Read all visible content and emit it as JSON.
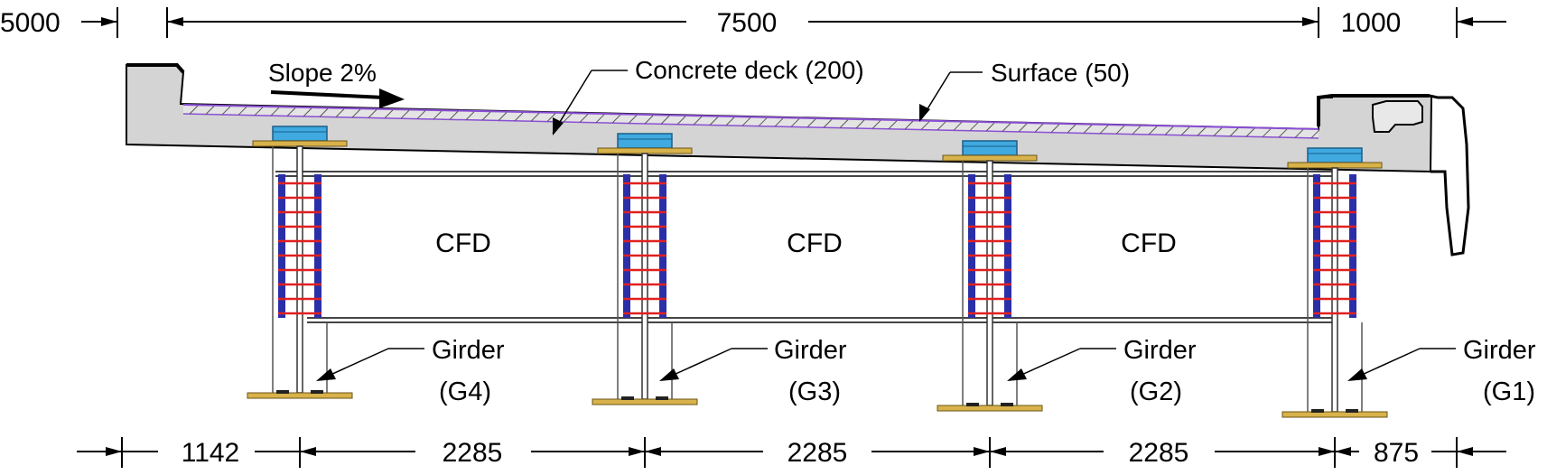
{
  "top_dimensions": {
    "left": "5000",
    "middle": "7500",
    "right": "1000"
  },
  "bottom_dimensions": {
    "d1": "1142",
    "d2": "2285",
    "d3": "2285",
    "d4": "2285",
    "d5": "875"
  },
  "slope_label": "Slope 2%",
  "deck_label": "Concrete deck (200)",
  "surface_label": "Surface (50)",
  "bays": [
    "CFD",
    "CFD",
    "CFD"
  ],
  "girders": {
    "g4": {
      "line1": "Girder",
      "line2": "(G4)"
    },
    "g3": {
      "line1": "Girder",
      "line2": "(G3)"
    },
    "g2": {
      "line1": "Girder",
      "line2": "(G2)"
    },
    "g1": {
      "line1": "Girder",
      "line2": "(G1)"
    }
  },
  "colors": {
    "deck_fill": "#d4d4d4",
    "surface_line": "#8b4fd6",
    "bearing_blue": "#3fa9e0",
    "flange_gold": "#d8b24a",
    "stiffener_blue": "#2a2fa8",
    "bolt_red": "#e02020"
  }
}
